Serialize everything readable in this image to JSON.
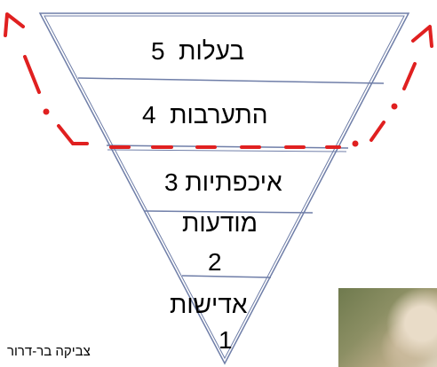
{
  "pyramid": {
    "levels": [
      {
        "number": "5",
        "name": "בעלות"
      },
      {
        "number": "4",
        "name": "התערבות"
      },
      {
        "number": "3",
        "name": "איכפתיות"
      },
      {
        "number": "2",
        "name": "מודעות"
      },
      {
        "number": "1",
        "name": "אדישות"
      }
    ]
  },
  "credit": "צביקה בר-דרור",
  "colors": {
    "outline": "#6f7ea8",
    "highlight": "#e02020",
    "text": "#000000"
  }
}
